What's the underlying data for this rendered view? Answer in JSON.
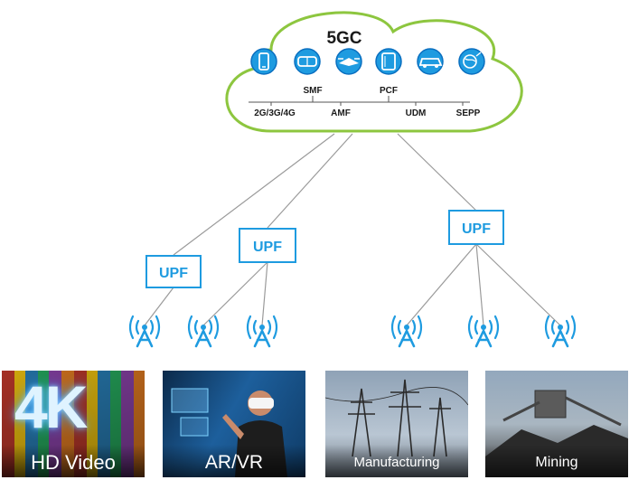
{
  "core": {
    "title": "5GC",
    "functions": [
      "SMF",
      "PCF",
      "2G/3G/4G",
      "AMF",
      "UDM",
      "SEPP"
    ],
    "device_icons": [
      "smartphone-icon",
      "vr-headset-icon",
      "drone-icon",
      "tablet-icon",
      "car-icon",
      "globe-icon"
    ]
  },
  "upf": {
    "label": "UPF"
  },
  "base_station_icon": "antenna-tower-icon",
  "scenarios": [
    {
      "label": "HD Video",
      "overlay": "4K"
    },
    {
      "label": "AR/VR"
    },
    {
      "label": "Manufacturing"
    },
    {
      "label": "Mining"
    }
  ],
  "colors": {
    "cloud_border": "#8dc63f",
    "accent_blue": "#1e9be0",
    "icon_blue_dark": "#0a6fc0",
    "link_gray": "#9a9a9a"
  }
}
